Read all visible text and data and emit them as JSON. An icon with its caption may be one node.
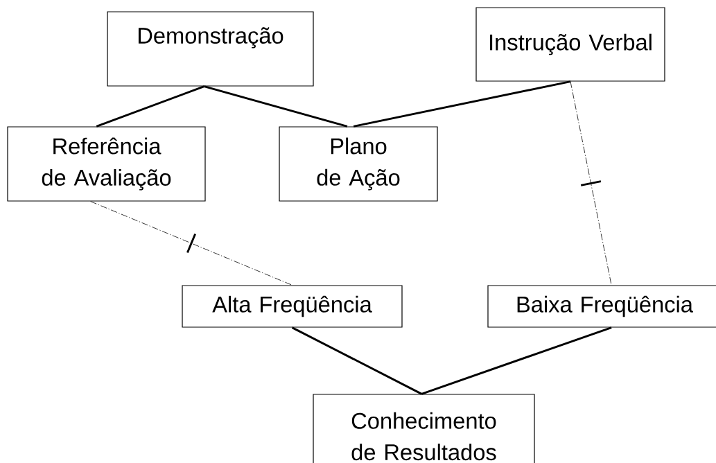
{
  "diagram": {
    "nodes": [
      {
        "text": [
          "Demonstração"
        ]
      },
      {
        "text": [
          "Instrução Verbal"
        ]
      },
      {
        "text": [
          "Referência de Avaliação"
        ]
      },
      {
        "text": [
          "Plano de Ação"
        ]
      },
      {
        "text": [
          "Alta Freqüência"
        ]
      },
      {
        "text": [
          "Baixa Freqüência"
        ]
      },
      {
        "text": [
          "Conhecimento de Resultados"
        ]
      }
    ],
    "edges": [
      {
        "from": 0,
        "to": 2,
        "arrow": "none"
      },
      {
        "from": 0,
        "to": 3,
        "arrow": "none"
      },
      {
        "from": 1,
        "to": 3,
        "arrow": "none"
      },
      {
        "from": 1,
        "to": 5,
        "arrow": "none",
        "style": "dashed"
      },
      {
        "from": 2,
        "to": 4,
        "arrow": "none",
        "style": "dashed"
      },
      {
        "from": 4,
        "to": 6,
        "arrow": "none"
      },
      {
        "from": 5,
        "to": 6,
        "arrow": "none"
      }
    ]
  }
}
